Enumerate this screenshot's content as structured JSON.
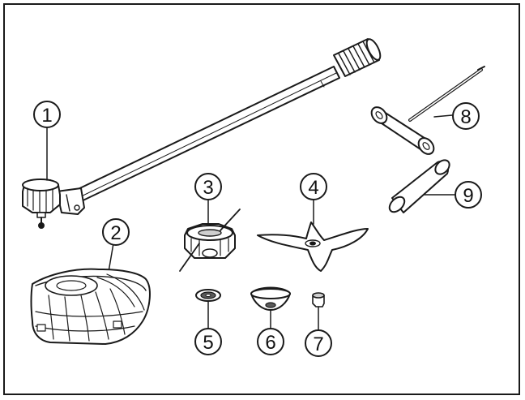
{
  "diagram": {
    "parts": [
      {
        "id": "1",
        "label": "1",
        "icon": "motor-head-icon"
      },
      {
        "id": "2",
        "label": "2",
        "icon": "guard-icon"
      },
      {
        "id": "3",
        "label": "3",
        "icon": "trimmer-head-icon"
      },
      {
        "id": "4",
        "label": "4",
        "icon": "three-tooth-blade-icon"
      },
      {
        "id": "5",
        "label": "5",
        "icon": "washer-icon"
      },
      {
        "id": "6",
        "label": "6",
        "icon": "cup-washer-icon"
      },
      {
        "id": "7",
        "label": "7",
        "icon": "nut-icon"
      },
      {
        "id": "8",
        "label": "8",
        "icon": "t-wrench-icon"
      },
      {
        "id": "9",
        "label": "9",
        "icon": "tube-spanner-icon"
      }
    ],
    "colors": {
      "line": "#1a1a1a",
      "fill": "#ffffff",
      "shade": "#cfcfcf",
      "dark": "#5a5a5a"
    }
  }
}
